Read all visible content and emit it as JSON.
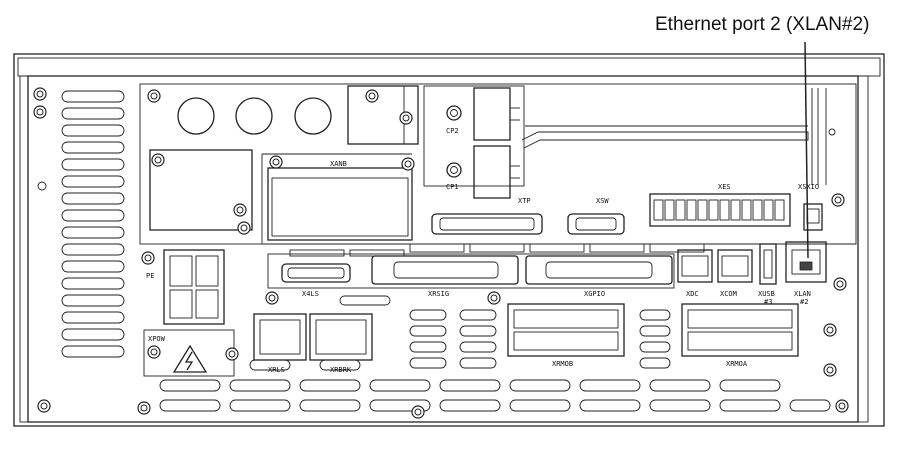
{
  "callout": {
    "text": "Ethernet port 2 (XLAN#2)"
  },
  "labels": {
    "cp2": "CP2",
    "cp1": "CP1",
    "xanb": "XANB",
    "xtp": "XTP",
    "xsw": "XSW",
    "xes": "XES",
    "xsxio": "XSXIO",
    "pe": "PE",
    "x4ls": "X4LS",
    "xrsig": "XRSIG",
    "xgpio": "XGPIO",
    "xdc": "XDC",
    "xcom": "XCOM",
    "xusb": "XUSB",
    "xusb_num": "#3",
    "xlan": "XLAN",
    "xlan_num": "#2",
    "xpow": "XPOW",
    "xrls": "XRLS",
    "xrbrk": "XRBRK",
    "xrmob": "XRMOB",
    "xrmoa": "XRMOA"
  },
  "colors": {
    "line": "#222222",
    "callout": "#111111",
    "background": "#ffffff"
  }
}
